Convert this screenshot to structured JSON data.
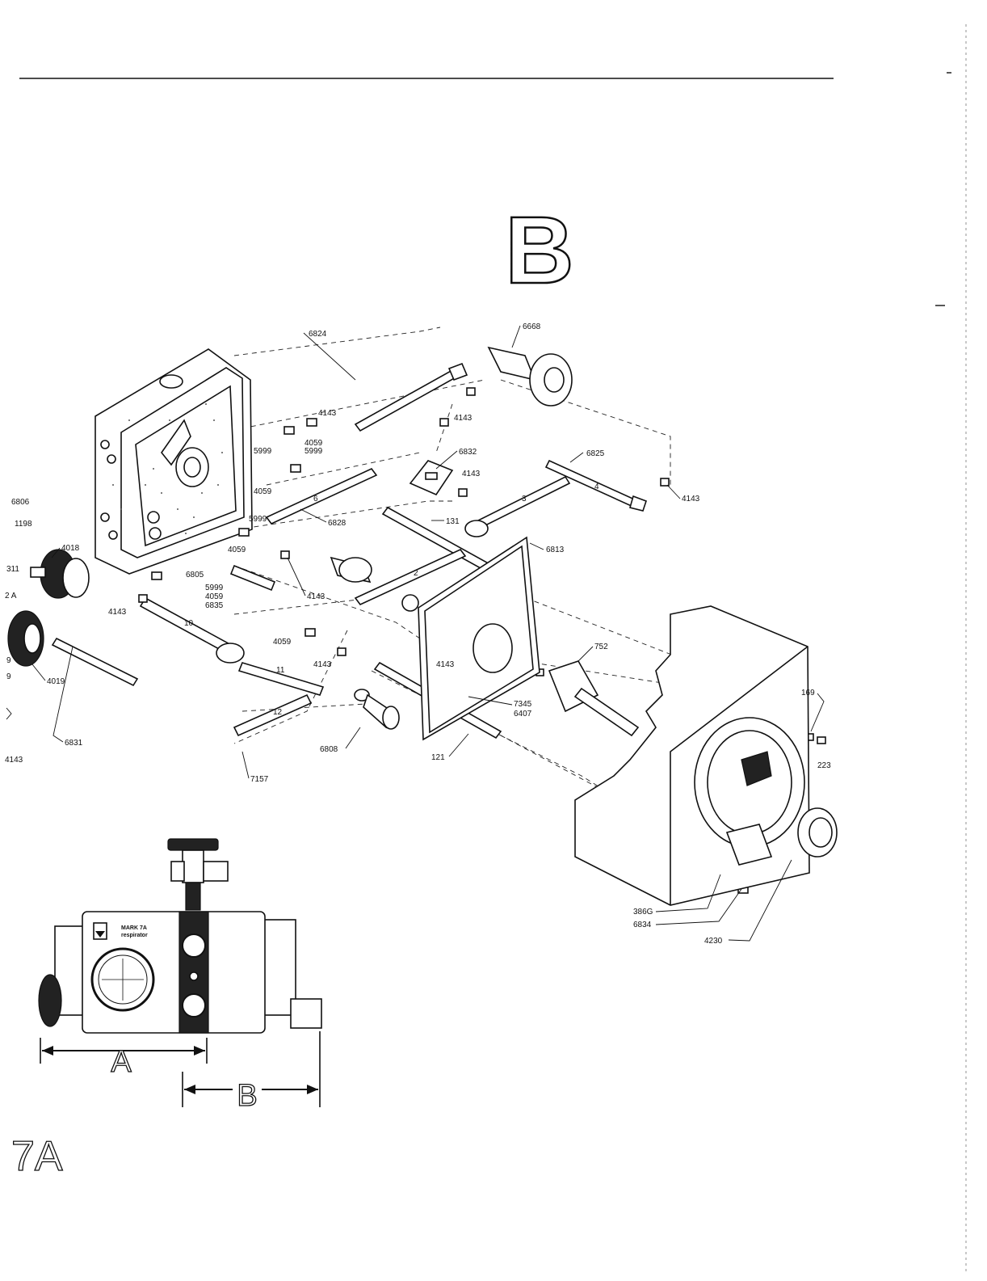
{
  "diagram": {
    "section_letter": "B",
    "model_label": "7A",
    "dimension_labels": {
      "a": "A",
      "b": "B"
    },
    "device_face": {
      "brand_line1": "MARK 7A",
      "brand_line2": "respirator"
    },
    "part_labels": {
      "p6824": "6824",
      "p6668": "6668",
      "p4143_a": "4143",
      "p4059_a": "4059",
      "p5999_a": "5999",
      "p4143_b": "4143",
      "p6832": "6832",
      "p6825": "6825",
      "p5999_b": "5999",
      "p4059_b": "4059",
      "p4143_c": "4143",
      "p4143_d": "4143",
      "p6806": "6806",
      "p1198": "1198",
      "p4018": "4018",
      "p5999_c": "5999",
      "p6828": "6828",
      "p131": "131",
      "p6813": "6813",
      "p4059_c": "4059",
      "p6805": "6805",
      "p5999_d": "5999",
      "p4059_d": "4059",
      "p6835": "6835",
      "p4143_e": "4143",
      "p4143_f": "4143",
      "p4059_e": "4059",
      "p4143_g": "4143",
      "p4143_h": "4143",
      "p752": "752",
      "p4019": "4019",
      "p7345": "7345",
      "p6407": "6407",
      "p169": "169",
      "p223": "223",
      "p6831": "6831",
      "p4143_i": "4143",
      "p6808": "6808",
      "p121": "121",
      "p7157": "7157",
      "p386g": "386G",
      "p6834": "6834",
      "p4230": "4230",
      "edge_311": "311",
      "edge_2a": "2 A",
      "edge_9a": "9",
      "edge_9b": "9"
    }
  }
}
